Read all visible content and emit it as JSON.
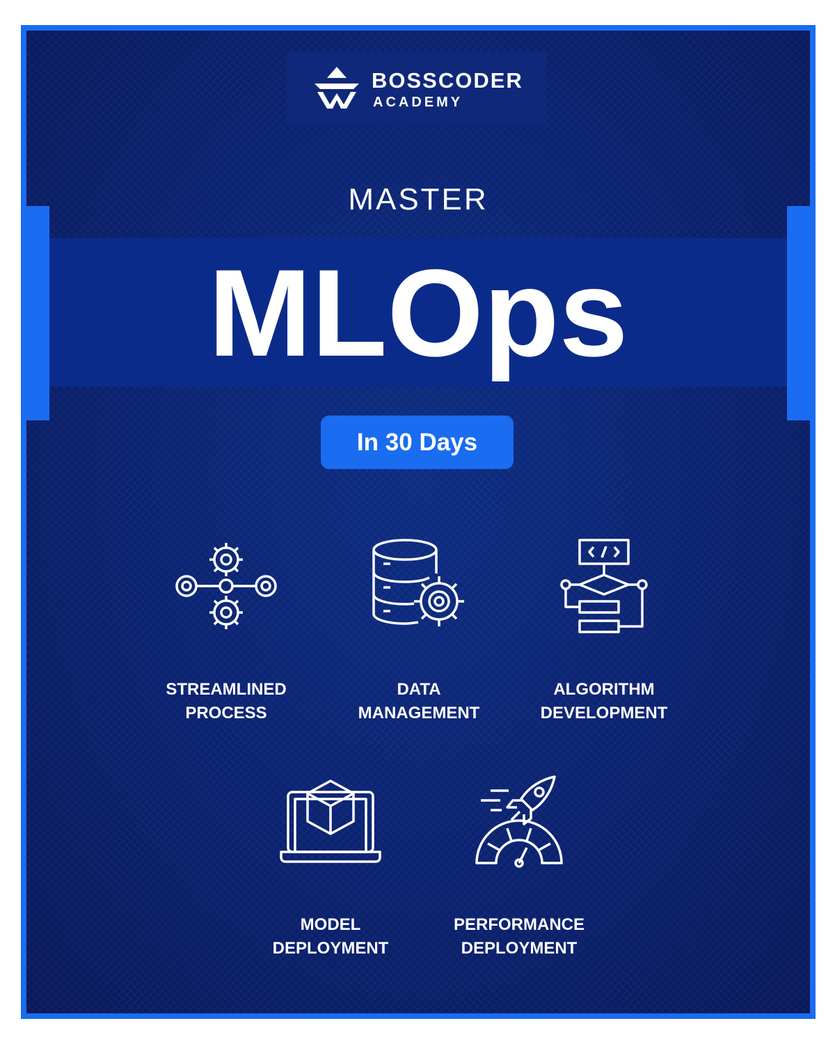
{
  "brand": {
    "name": "BOSSCODER",
    "sub": "ACADEMY"
  },
  "heading": {
    "kicker": "MASTER",
    "title": "MLOps",
    "badge": "In 30 Days"
  },
  "features": [
    {
      "label": "STREAMLINED\nPROCESS",
      "icon": "gears-pipeline-icon"
    },
    {
      "label": "DATA\nMANAGEMENT",
      "icon": "database-gear-icon"
    },
    {
      "label": "ALGORITHM\nDEVELOPMENT",
      "icon": "code-flowchart-icon"
    },
    {
      "label": "MODEL\nDEPLOYMENT",
      "icon": "laptop-cube-icon"
    },
    {
      "label": "PERFORMANCE\nDEPLOYMENT",
      "icon": "rocket-gauge-icon"
    }
  ],
  "colors": {
    "accent": "#1a6cf0",
    "background": "#0b2270",
    "band": "#0b2b8a",
    "text": "#ffffff"
  }
}
